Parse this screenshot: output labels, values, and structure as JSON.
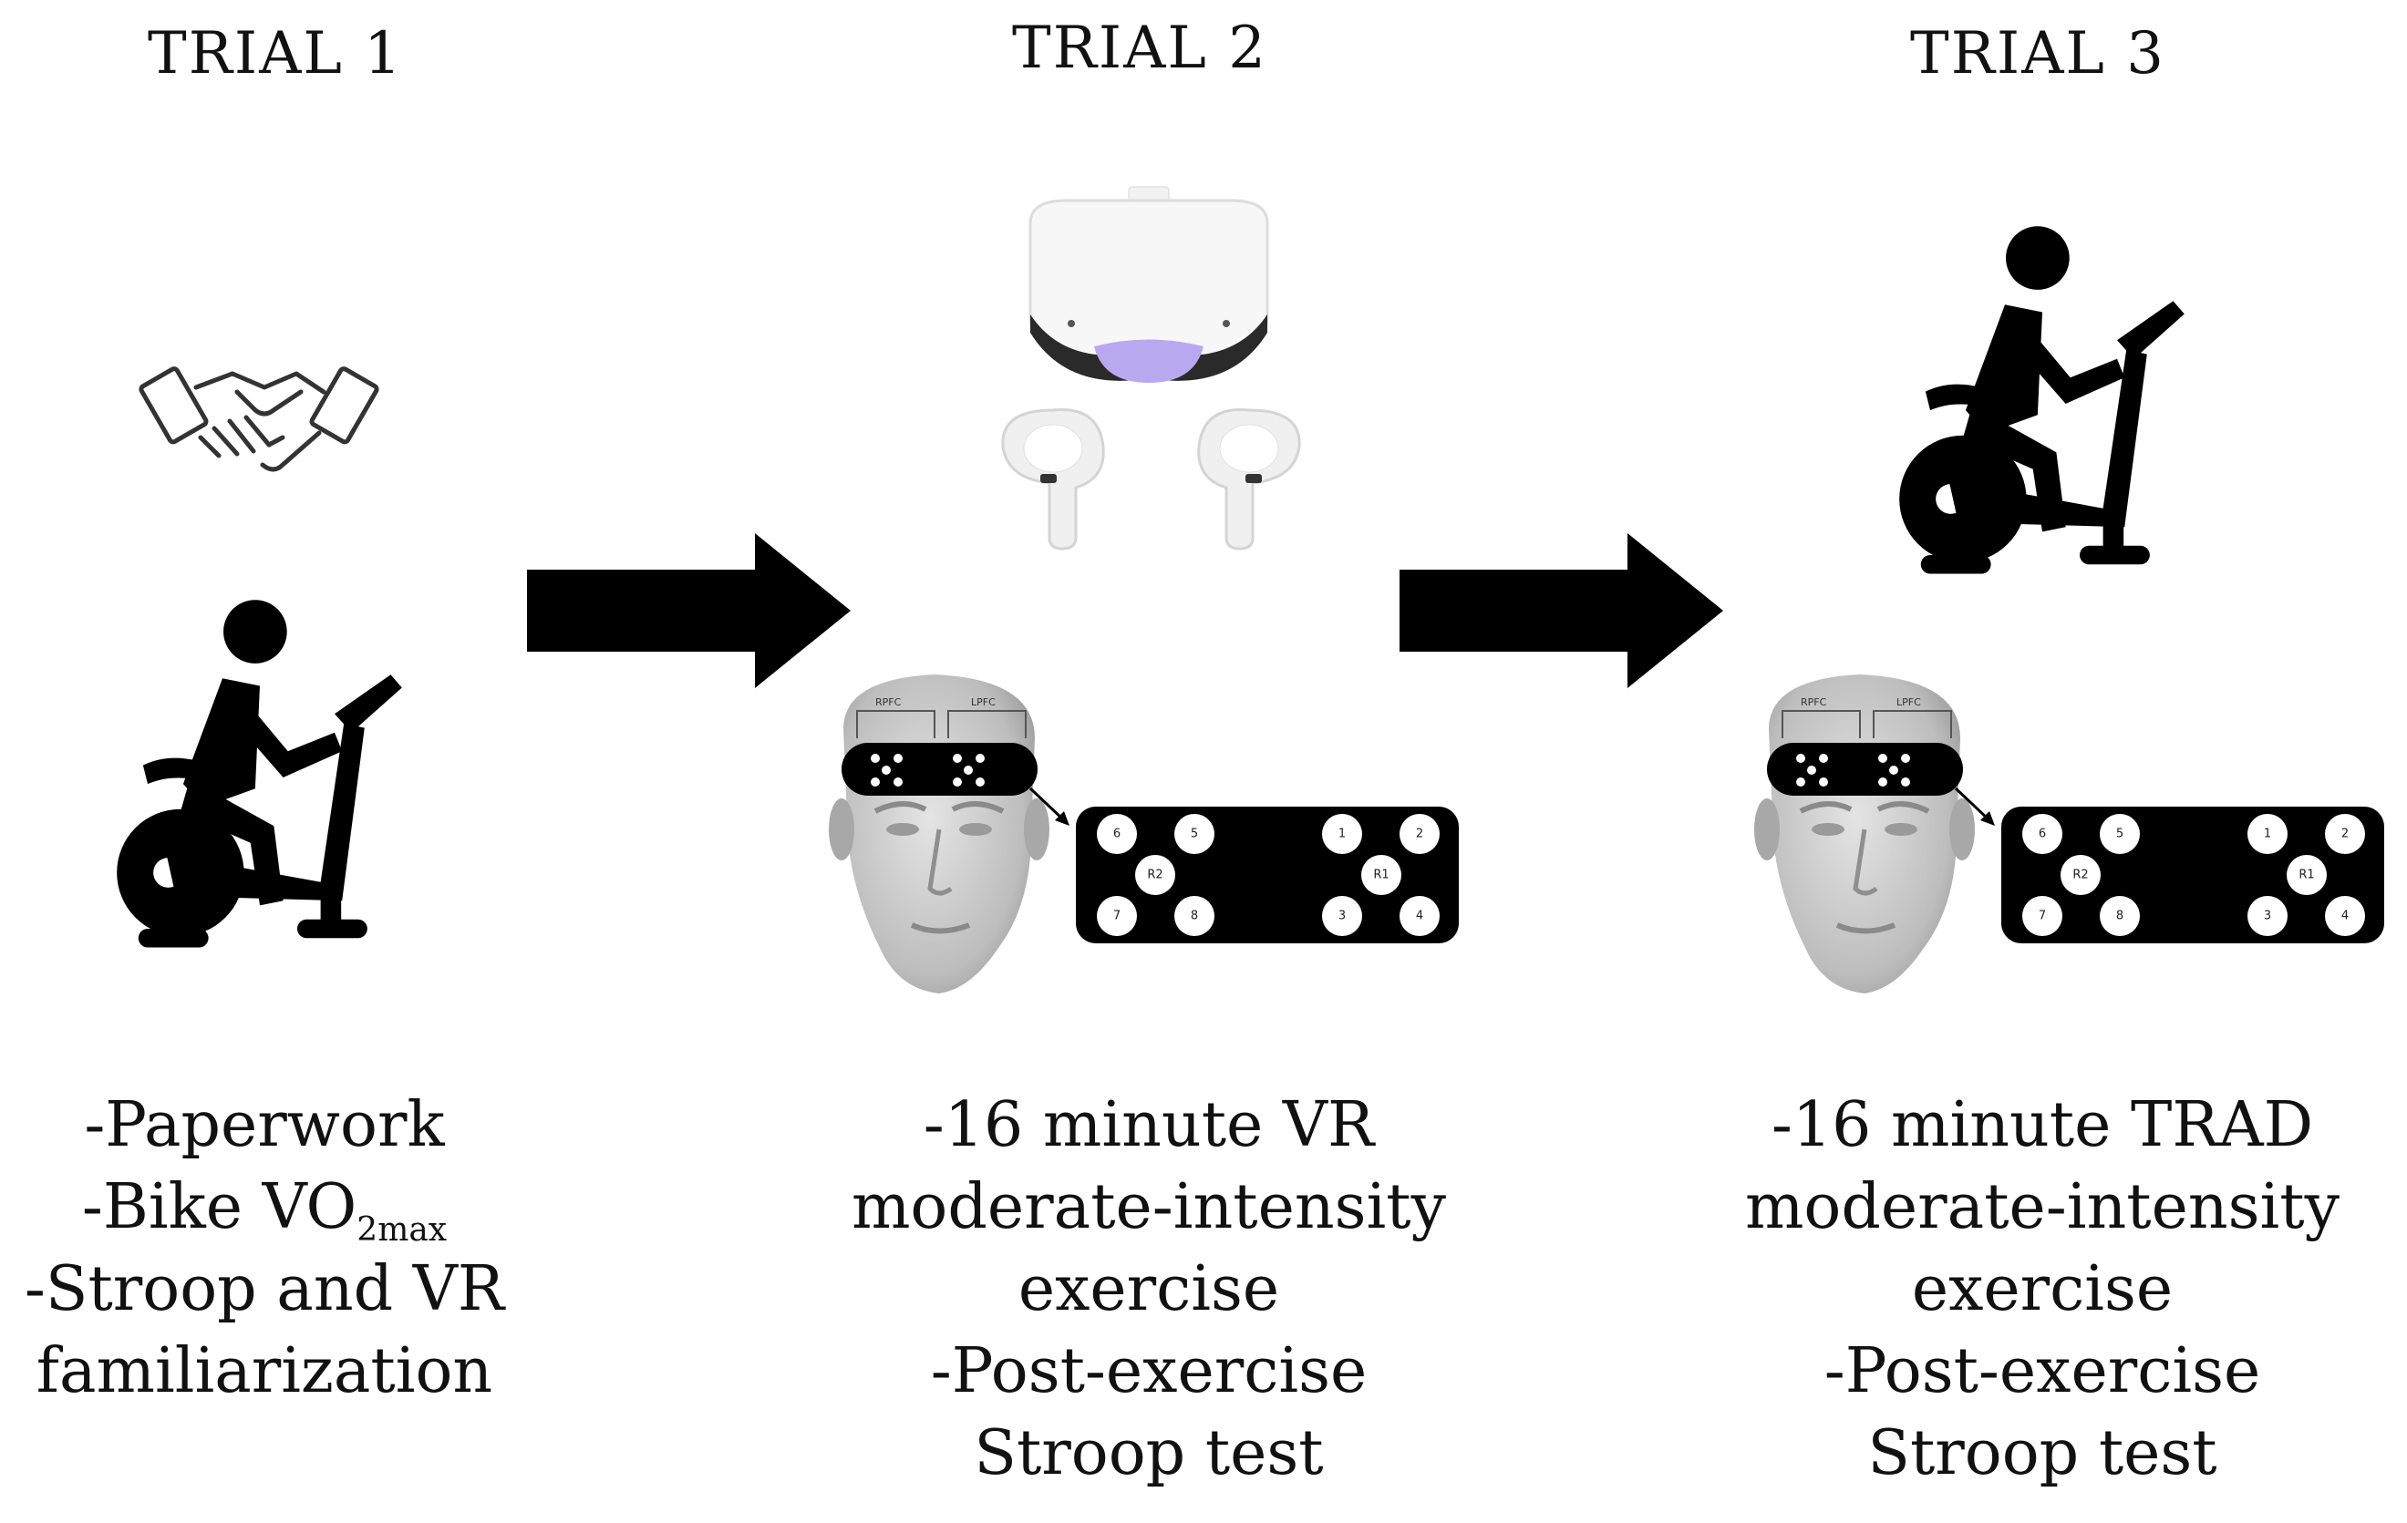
{
  "trials": [
    {
      "title": "TRIAL 1",
      "lines": [
        {
          "prefix": "-Paperwork"
        },
        {
          "prefix": "-Bike VO",
          "sub": "2max"
        },
        {
          "prefix": "-Stroop and VR"
        },
        {
          "prefix": "familiarization"
        }
      ],
      "icons": [
        "handshake-icon",
        "exercise-bike-icon"
      ]
    },
    {
      "title": "TRIAL 2",
      "lines": [
        {
          "prefix": "-16 minute VR"
        },
        {
          "prefix": "moderate-intensity"
        },
        {
          "prefix": "exercise"
        },
        {
          "prefix": "-Post-exercise"
        },
        {
          "prefix": "Stroop test"
        }
      ],
      "icons": [
        "vr-headset-icon",
        "vr-controller-icon",
        "fnirs-head-icon"
      ]
    },
    {
      "title": "TRIAL 3",
      "lines": [
        {
          "prefix": "-16 minute TRAD"
        },
        {
          "prefix": "moderate-intensity"
        },
        {
          "prefix": "exercise"
        },
        {
          "prefix": "-Post-exercise"
        },
        {
          "prefix": "Stroop test"
        }
      ],
      "icons": [
        "exercise-bike-icon",
        "fnirs-head-icon"
      ]
    }
  ],
  "nirs": {
    "region_left": "RPFC",
    "region_right": "LPFC",
    "left_optodes": [
      "6",
      "5",
      "R2",
      "7",
      "8"
    ],
    "right_optodes": [
      "1",
      "2",
      "R1",
      "3",
      "4"
    ]
  },
  "colors": {
    "ink": "#000000",
    "text": "#111111",
    "vr_lens": "#b8a8f0",
    "skin": "#c9c9c9"
  }
}
